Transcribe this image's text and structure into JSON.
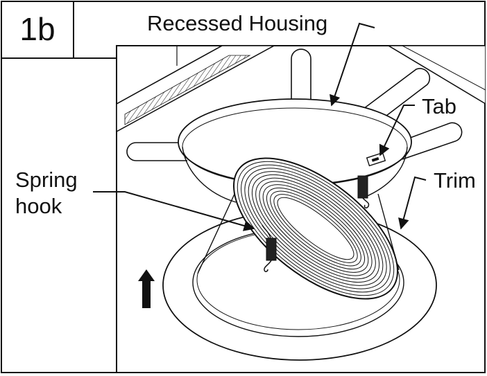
{
  "step": {
    "label": "1b"
  },
  "labels": {
    "recessed_housing": "Recessed Housing",
    "tab": "Tab",
    "trim": "Trim",
    "spring_hook_line1": "Spring",
    "spring_hook_line2": "hook"
  },
  "colors": {
    "ink": "#111111",
    "background": "#ffffff"
  },
  "icons": [
    "up-arrow-icon"
  ]
}
